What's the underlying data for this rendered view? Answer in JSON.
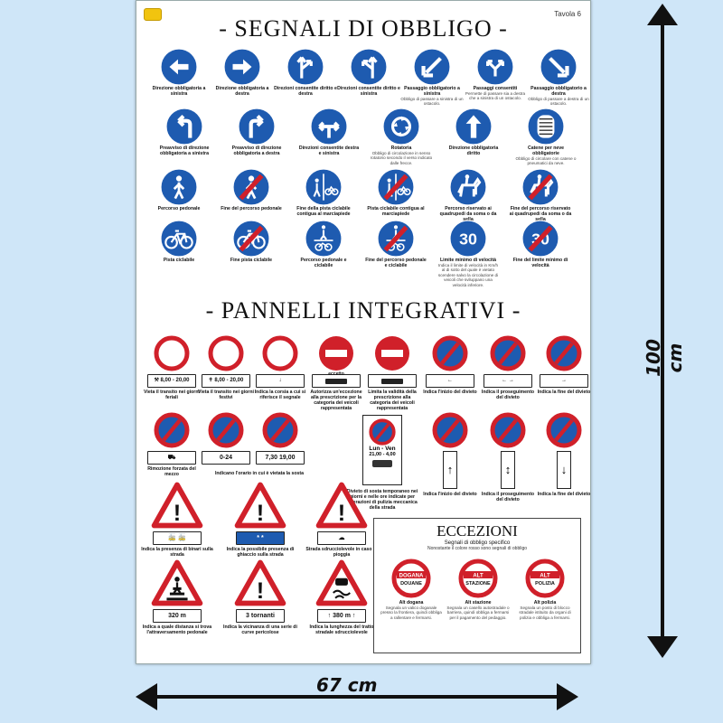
{
  "poster": {
    "tavola": "Tavola 6",
    "title_top": "- SEGNALI DI OBBLIGO -",
    "title_mid": "- PANNELLI INTEGRATIVI -"
  },
  "dimensions": {
    "width": "67 cm",
    "height": "100 cm"
  },
  "obbligo": [
    {
      "label": "Direzione obbligatoria a sinistra",
      "desc": "",
      "icon": "left-arrow-icon"
    },
    {
      "label": "Direzione obbligatoria a destra",
      "desc": "",
      "icon": "right-arrow-icon"
    },
    {
      "label": "Direzioni consentite diritto e destra",
      "desc": "",
      "icon": "straight-right-arrow-icon"
    },
    {
      "label": "Direzioni consentite diritto e sinistra",
      "desc": "",
      "icon": "straight-left-arrow-icon"
    },
    {
      "label": "Passaggio obbligatorio a sinistra",
      "desc": "Obbligo di passare a sinistra di un ostacolo.",
      "icon": "pass-left-arrow-icon"
    },
    {
      "label": "Passaggi consentiti",
      "desc": "Permette di passare sia a destra che a sinistra di un ostacolo.",
      "icon": "pass-both-arrow-icon"
    },
    {
      "label": "Passaggio obbligatorio a destra",
      "desc": "Obbligo di passare a destra di un ostacolo.",
      "icon": "pass-right-arrow-icon"
    },
    {
      "label": "Preavviso di direzione obbligatoria a sinistra",
      "desc": "",
      "icon": "turn-left-arrow-icon"
    },
    {
      "label": "Preavviso di direzione obbligatoria a destra",
      "desc": "",
      "icon": "turn-right-arrow-icon"
    },
    {
      "label": "Direzioni consentite destra e sinistra",
      "desc": "",
      "icon": "left-right-arrow-icon"
    },
    {
      "label": "Rotatoria",
      "desc": "Obbligo di circolazione in senso rotatorio secondo il verso indicato dalle frecce.",
      "icon": "roundabout-icon"
    },
    {
      "label": "Direzione obbligatoria diritto",
      "desc": "",
      "icon": "straight-arrow-icon"
    },
    {
      "label": "Catene per neve obbligatorie",
      "desc": "Obbligo di circolare con catene o pneumatici da neve.",
      "icon": "snow-chains-icon"
    },
    {
      "label": "Percorso pedonale",
      "desc": "",
      "icon": "pedestrian-icon"
    },
    {
      "label": "Fine del percorso pedonale",
      "desc": "",
      "icon": "end-pedestrian-icon"
    },
    {
      "label": "Fine della pista ciclabile contigua al marciapiede",
      "desc": "",
      "icon": "pedestrian-bicycle-icon"
    },
    {
      "label": "Pista ciclabile contigua al marciapiede",
      "desc": "",
      "icon": "end-pedestrian-bicycle-icon"
    },
    {
      "label": "Percorso riservato ai quadrupedi da soma o da sella",
      "desc": "",
      "icon": "horse-rider-icon"
    },
    {
      "label": "Fine del percorso riservato ai quadrupedi da soma o da sella",
      "desc": "",
      "icon": "end-horse-rider-icon"
    },
    {
      "label": "Pista ciclabile",
      "desc": "",
      "icon": "bicycle-icon"
    },
    {
      "label": "Fine pista ciclabile",
      "desc": "",
      "icon": "end-bicycle-icon"
    },
    {
      "label": "Percorso pedonale e ciclabile",
      "desc": "",
      "icon": "ped-bike-shared-icon"
    },
    {
      "label": "Fine del percorso pedonale e ciclabile",
      "desc": "",
      "icon": "end-ped-bike-shared-icon"
    },
    {
      "label": "Limite minimo di velocità",
      "desc": "Indica il limite di velocità in Km/h al di sotto del quale è vietato scendere salvo la circolazione di veicoli che sviluppano una velocità inferiore.",
      "icon": "min-speed-icon",
      "number": "30"
    },
    {
      "label": "Fine del limite minimo di velocità",
      "desc": "",
      "icon": "end-min-speed-icon",
      "number": "30"
    }
  ],
  "pannelli_row1": [
    {
      "plate": "8,00 - 20,00",
      "label": "Vieta il transito nei giorni feriali",
      "icon": "no-transit-icon",
      "plate_icon": "hammers-icon"
    },
    {
      "plate": "8,00 - 20,00",
      "label": "Vieta il transito nei giorni festivi",
      "icon": "no-transit-icon",
      "plate_icon": "cross-icon"
    },
    {
      "plate": "↓",
      "label": "Indica la corsia a cui si riferisce il segnale",
      "icon": "no-transit-icon",
      "plate_icon": ""
    },
    {
      "plate": "eccetto",
      "label": "Autorizza un'eccezione alla prescrizione per la categoria dei veicoli rappresentata",
      "icon": "no-entry-icon",
      "plate_icon": "bus-icon"
    },
    {
      "plate": "",
      "label": "Limita la validità della prescrizione alla categoria dei veicoli rappresentata",
      "icon": "no-entry-icon",
      "plate_icon": "truck-icon"
    },
    {
      "plate": "←",
      "label": "Indica l'inizio del divieto",
      "icon": "no-parking-icon",
      "plate_icon": ""
    },
    {
      "plate": "← →",
      "label": "Indica il proseguimento del divieto",
      "icon": "no-parking-icon",
      "plate_icon": ""
    },
    {
      "plate": "→",
      "label": "Indica la fine del divieto",
      "icon": "no-parking-icon",
      "plate_icon": ""
    }
  ],
  "pannelli_row2": [
    {
      "plate": "",
      "label": "Rimozione forzata del mezzo",
      "icon": "no-parking-icon",
      "plate_icon": "tow-truck-icon"
    },
    {
      "plate": "0-24",
      "label": "",
      "icon": "no-parking-icon",
      "plate_icon": ""
    },
    {
      "plate": "7,30 19,00",
      "label": "",
      "icon": "no-parking-icon",
      "plate_icon": ""
    }
  ],
  "pannelli_orario": "Indicano l'orario in cui è vietata la sosta",
  "pulizia": {
    "days": "Lun - Ven",
    "hours": "21,00 - 4,00",
    "label": "Divieto di sosta temporaneo nei giorni e nelle ore indicate per operazioni di pulizia meccanica della strada"
  },
  "pannelli_vertical": [
    {
      "label": "Indica l'inizio del divieto",
      "arrow": "↑"
    },
    {
      "label": "Indica il proseguimento del divieto",
      "arrow": "↕"
    },
    {
      "label": "Indica la fine del divieto",
      "arrow": "↓"
    }
  ],
  "pericolo": [
    {
      "plate": "",
      "label": "Indica la presenza di binari sulla strada",
      "plate_icon": "tram-icon"
    },
    {
      "plate": "* *",
      "label": "Indica la possibile presenza di ghiaccio sulla strada",
      "plate_icon": "snowflake-icon"
    },
    {
      "plate": "",
      "label": "Strada sdrucciolevole in caso di pioggia",
      "plate_icon": "rain-cloud-icon"
    },
    {
      "plate": "320 m",
      "label": "Indica a quale distanza si trova l'attraversamento pedonale",
      "plate_icon": "",
      "icon": "crosswalk-icon"
    },
    {
      "plate": "3 tornanti",
      "label": "Indica la vicinanza di una serie di curve pericolose",
      "plate_icon": "",
      "icon": "danger-icon"
    },
    {
      "plate": "↑ 380 m ↑",
      "label": "Indica la lunghezza del tratto stradale sdrucciolevole",
      "plate_icon": "",
      "icon": "slippery-road-icon"
    }
  ],
  "eccezioni": {
    "title": "ECCEZIONI",
    "subtitle": "Segnali di obbligo specifico",
    "note": "Nonostante il colore rosso sono segnali di obbligo",
    "items": [
      {
        "sign_top": "DOGANA",
        "sign_bottom": "DOUANE",
        "label": "Alt dogana",
        "desc": "Segnala un valico doganale presso la frontiera, quindi obbliga a rallentare e fermarsi."
      },
      {
        "sign_top": "ALT",
        "sign_bottom": "STAZIONE",
        "label": "Alt stazione",
        "desc": "Segnala un casello autostradale o barriera, quindi obbliga a fermarsi per il pagamento del pedaggio."
      },
      {
        "sign_top": "ALT",
        "sign_bottom": "POLIZIA",
        "label": "Alt polizia",
        "desc": "Segnala un posto di blocco stradale istituito da organi di polizia e obbliga a fermarsi."
      }
    ]
  },
  "colors": {
    "blue": "#1e5bb0",
    "red": "#d0202a",
    "sky": "#cfe6f8"
  }
}
